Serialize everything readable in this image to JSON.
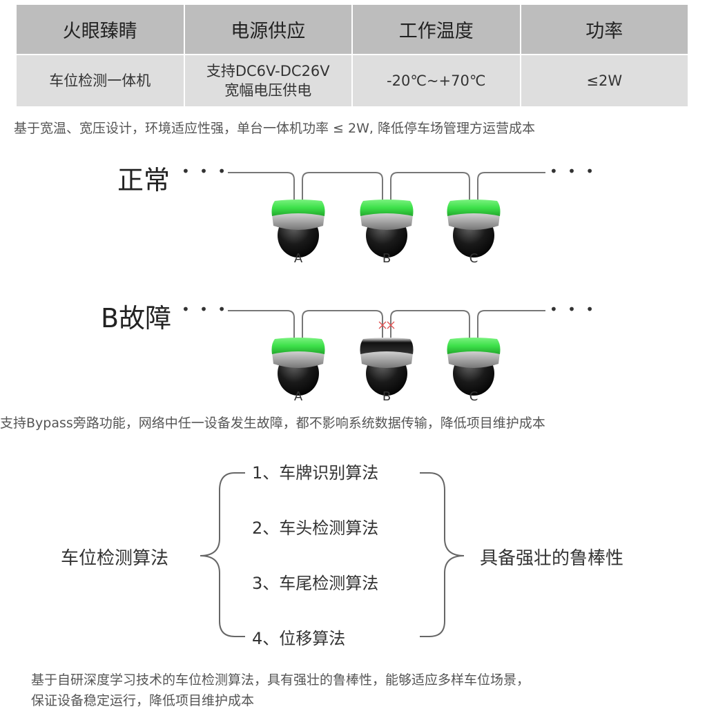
{
  "spec_table": {
    "headers": [
      "火眼臻睛",
      "电源供应",
      "工作温度",
      "功率"
    ],
    "row": [
      "车位检测一体机",
      "支持DC6V-DC26V",
      "宽幅电压供电",
      "-20℃~+70℃",
      "≤2W"
    ]
  },
  "caption_1": "基于宽温、宽压设计，环境适应性强，单台一体机功率 ≤ 2W, 降低停车场管理方运营成本",
  "diagram_normal": {
    "status": "正常",
    "dots": "• • •",
    "cameras": [
      {
        "label": "A",
        "state": "on"
      },
      {
        "label": "B",
        "state": "on"
      },
      {
        "label": "C",
        "state": "on"
      }
    ]
  },
  "diagram_fault": {
    "status": "B故障",
    "dots": "• • •",
    "cameras": [
      {
        "label": "A",
        "state": "on"
      },
      {
        "label": "B",
        "state": "off"
      },
      {
        "label": "C",
        "state": "on"
      }
    ]
  },
  "caption_2": "支持Bypass旁路功能，网络中任一设备发生故障，都不影响系统数据传输，降低项目维护成本",
  "algorithm": {
    "left": "车位检测算法",
    "items": [
      "1、车牌识别算法",
      "2、车头检测算法",
      "3、车尾检测算法",
      "4、位移算法"
    ],
    "right": "具备强壮的鲁棒性"
  },
  "caption_3": [
    "基于自研深度学习技术的车位检测算法，具有强壮的鲁棒性，能够适应多样车位场景，",
    "保证设备稳定运行，降低项目维护成本"
  ],
  "colors": {
    "led_green": "#3de04a",
    "fault_mark": "#e05050",
    "header_bg": "#bdbdbd",
    "row_bg": "#dedede"
  }
}
